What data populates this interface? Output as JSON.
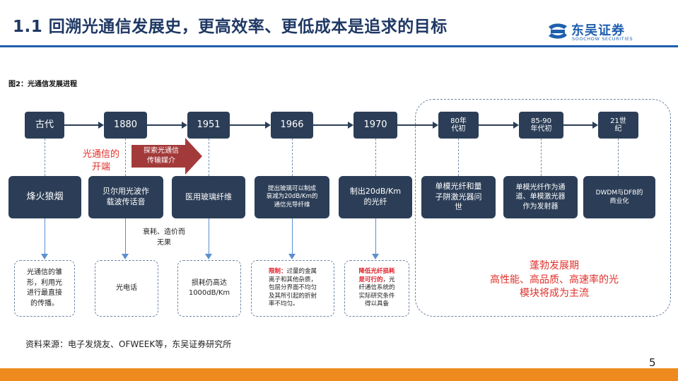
{
  "header": {
    "title": "1.1 回溯光通信发展史，更高效率、更低成本是追求的目标",
    "logo_cn": "东吴证券",
    "logo_en": "SOOCHOW SECURITIES",
    "logo_mark": "SCS"
  },
  "figure": {
    "caption": "图2：光通信发展进程"
  },
  "timeline": [
    "古代",
    "1880",
    "1951",
    "1966",
    "1970",
    "80年\n代初",
    "85-90\n年代初",
    "21世\n纪"
  ],
  "events": [
    "烽火狼烟",
    "贝尔用光波作\n载波传话音",
    "医用玻璃纤维",
    "提出玻璃可以制成\n衰减为20dB/Km的\n通信光导纤维",
    "制出20dB/Km\n的光纤",
    "单模光纤和量\n子阱激光器问\n世",
    "单模光纤作为通\n道、单模激光器\n作为发射器",
    "DWDM与DFB的\n商业化"
  ],
  "annotations": {
    "red_label": "光通信的\n开端",
    "arrow_label": "探索光通信\n传输媒介",
    "loss_note": "衰耗、造价而\n无果"
  },
  "notes": {
    "ancient": "光通信的雏\n形，利用光\n进行最直接\n的传播。",
    "y1880": "光电话",
    "y1951": "损耗仍高达\n1000dB/Km",
    "y1966_red": "限制：",
    "y1966_rest": "过量的金属\n离子和其他杂质，\n包层分界面不均匀\n及其所引起的折射\n率不均匀。",
    "y1970_red": "降低光纤损耗\n是可行的",
    "y1970_rest": "，光\n纤通信系统的\n实际研究条件\n得以具备"
  },
  "era": {
    "text": "蓬勃发展期\n高性能、高品质、高速率的光\n模块将成为主流"
  },
  "footer": {
    "source": "资料来源：电子发烧友、OFWEEK等，东吴证券研究所",
    "page": "5"
  },
  "colors": {
    "title_blue": "#1f3864",
    "brand_blue": "#1f5fae",
    "node_navy": "#2c3e57",
    "accent_red": "#e0302a",
    "arrow_red": "#a33a3a",
    "arrow_blue": "#5b8fd0",
    "footer_orange": "#ef8a1e"
  }
}
